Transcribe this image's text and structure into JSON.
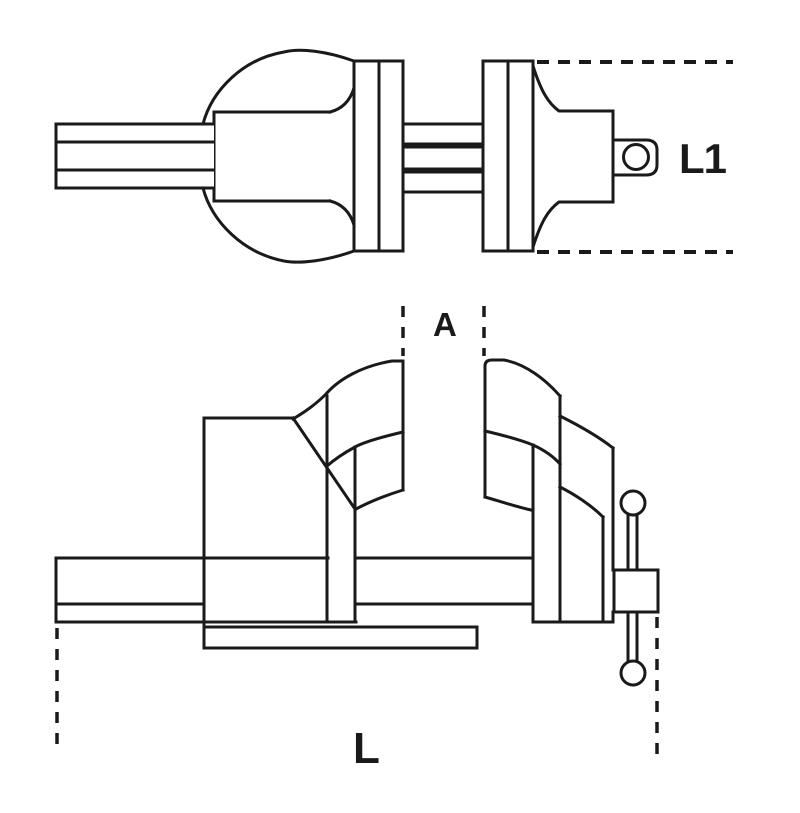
{
  "figure": {
    "kind": "technical line drawing of a bench vise, top view and side view"
  },
  "colors": {
    "line": "#1a1a1a",
    "background": "#ffffff"
  },
  "labels": {
    "top_view_width": "L1",
    "jaw_opening": "A",
    "overall_length": "L"
  }
}
